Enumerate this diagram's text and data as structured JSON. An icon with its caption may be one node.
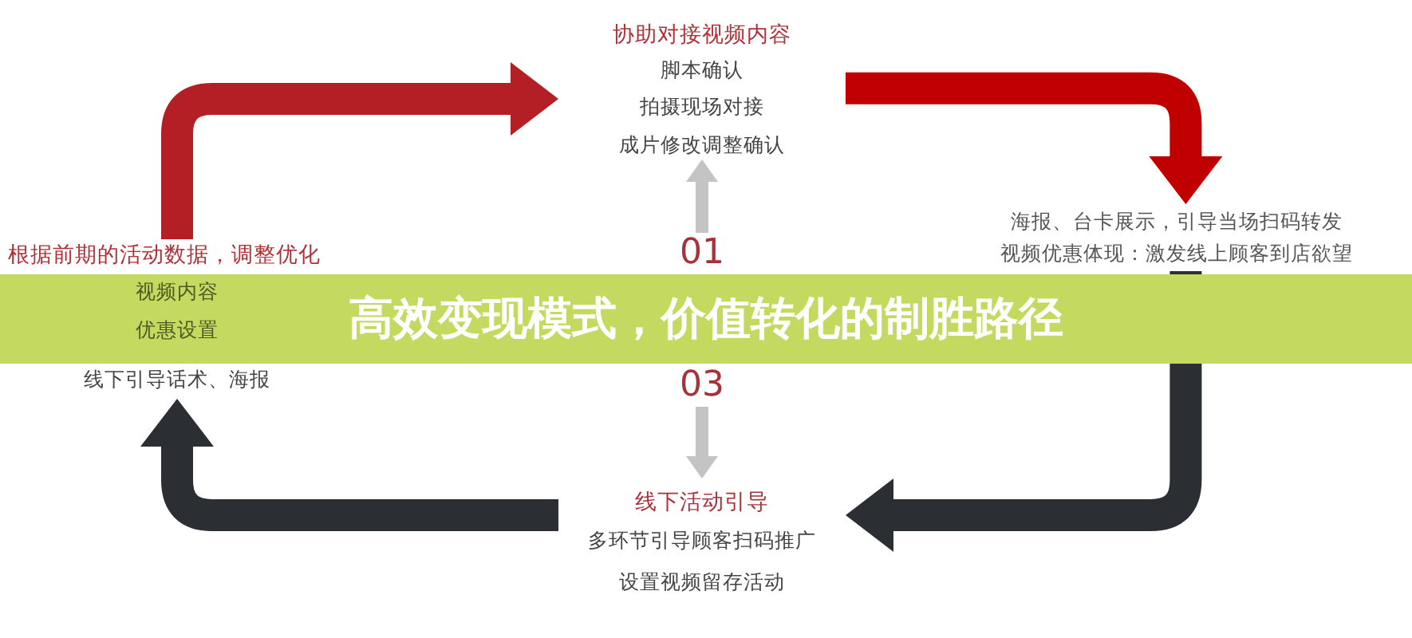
{
  "diagram": {
    "title": "高效变现模式，价值转化的制胜路径",
    "nodes": [
      {
        "text": [
          "协助对接视频内容",
          "脚本确认",
          "拍摄现场对接",
          "成片修改调整确认"
        ]
      },
      {
        "text": [
          "海报、台卡展示，引导当场扫码转发",
          "视频优惠体现：激发线上顾客到店欲望"
        ]
      },
      {
        "text": [
          "线下活动引导",
          "多环节引导顾客扫码推广",
          "设置视频留存活动"
        ]
      },
      {
        "text": [
          "根据前期的活动数据，调整优化",
          "视频内容",
          "优惠设置",
          "线下引导话术、海报"
        ]
      },
      {
        "text": [
          "01"
        ]
      },
      {
        "text": [
          "03"
        ]
      }
    ],
    "edges": [
      {
        "from": 3,
        "to": 0,
        "arrow": "to",
        "color": "#b31f24"
      },
      {
        "from": 0,
        "to": 1,
        "arrow": "to",
        "color": "#c00000"
      },
      {
        "from": 1,
        "to": 2,
        "arrow": "to",
        "color": "#2b2f33"
      },
      {
        "from": 2,
        "to": 3,
        "arrow": "to",
        "color": "#2b2f33"
      },
      {
        "from": 4,
        "to": 0,
        "arrow": "to",
        "color": "#c4c4c4"
      },
      {
        "from": 5,
        "to": 2,
        "arrow": "to",
        "color": "#c4c4c4"
      }
    ]
  }
}
